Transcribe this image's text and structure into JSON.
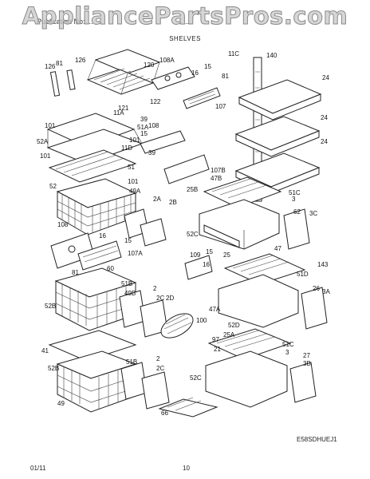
{
  "header": {
    "watermark": "AppliancePartsPros.com",
    "publication_left": "Publication No: ...",
    "model_right": "...",
    "section": "SHELVES"
  },
  "diagram_code": "E58SDHUEJ1",
  "footer": {
    "date": "01/11",
    "page": "10"
  },
  "callouts": [
    "126",
    "81",
    "126",
    "120",
    "108A",
    "16",
    "15",
    "122",
    "121",
    "107",
    "11C",
    "140",
    "24",
    "81",
    "11A",
    "39",
    "51A",
    "52A",
    "101",
    "11D",
    "101",
    "39",
    "108",
    "15",
    "101",
    "51",
    "107B",
    "25B",
    "47B",
    "101",
    "52",
    "49A",
    "2A",
    "2B",
    "51C",
    "3",
    "62",
    "3C",
    "52C",
    "108",
    "16",
    "15",
    "107A",
    "109",
    "15",
    "16",
    "25",
    "47",
    "143",
    "51D",
    "26",
    "3A",
    "81",
    "60",
    "51B",
    "52B",
    "49B",
    "2",
    "2C",
    "2D",
    "47A",
    "52D",
    "100",
    "97",
    "21",
    "25A",
    "51C",
    "3",
    "27",
    "3B",
    "41",
    "52B",
    "51B",
    "2",
    "2C",
    "49",
    "52C",
    "66",
    "24",
    "24"
  ]
}
